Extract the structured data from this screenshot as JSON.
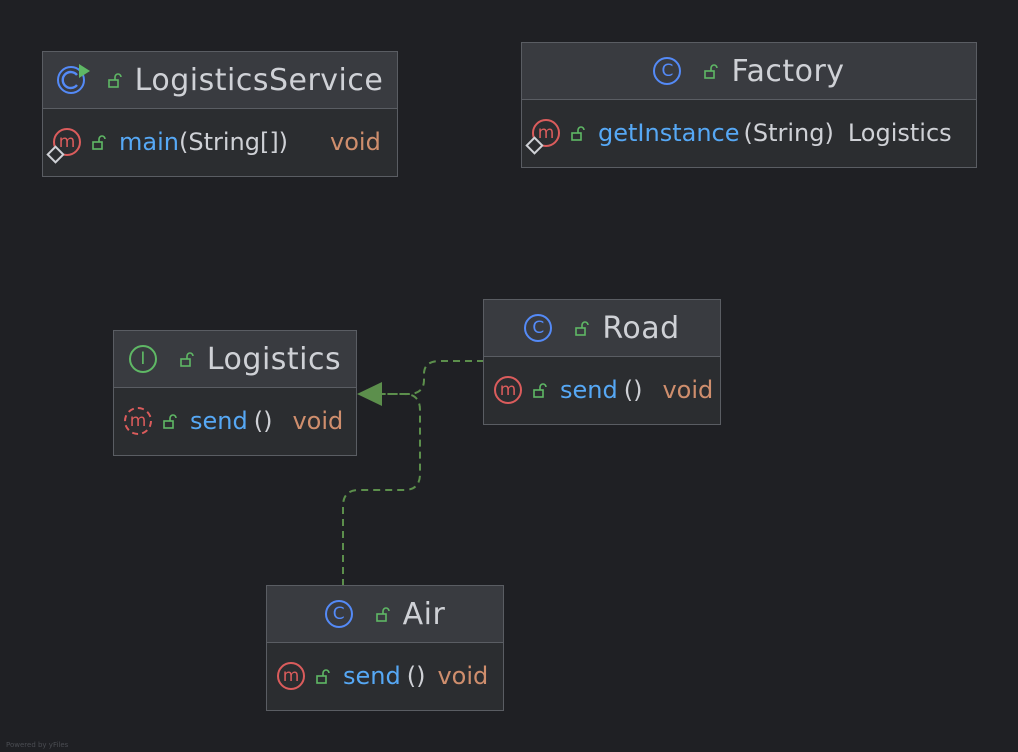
{
  "diagram": {
    "nodes": {
      "logistics_service": {
        "title": "LogisticsService",
        "kind": "class-runnable",
        "method": {
          "name": "main",
          "params": "(String[])",
          "return_type": "void"
        }
      },
      "factory": {
        "title": "Factory",
        "kind": "class",
        "method": {
          "name": "getInstance",
          "params": "(String)",
          "return_type": "Logistics"
        }
      },
      "logistics": {
        "title": "Logistics",
        "kind": "interface",
        "method": {
          "name": "send",
          "params": "()",
          "return_type": "void"
        }
      },
      "road": {
        "title": "Road",
        "kind": "class",
        "method": {
          "name": "send",
          "params": "()",
          "return_type": "void"
        }
      },
      "air": {
        "title": "Air",
        "kind": "class",
        "method": {
          "name": "send",
          "params": "()",
          "return_type": "void"
        }
      }
    },
    "edges": [
      {
        "from": "Road",
        "to": "Logistics",
        "type": "implements"
      },
      {
        "from": "Air",
        "to": "Logistics",
        "type": "implements"
      }
    ],
    "icons": {
      "class": "C",
      "interface": "I",
      "method": "m"
    },
    "colors": {
      "background": "#1f2024",
      "node_header": "#393b40",
      "node_body": "#2b2d30",
      "class_icon": "#548af7",
      "interface_icon": "#5fb865",
      "method_icon": "#db5c5c",
      "method_name": "#56a8f5",
      "return_void": "#cf8e6d",
      "edge": "#5c8f4c"
    },
    "credit": "Powered by yFiles"
  }
}
